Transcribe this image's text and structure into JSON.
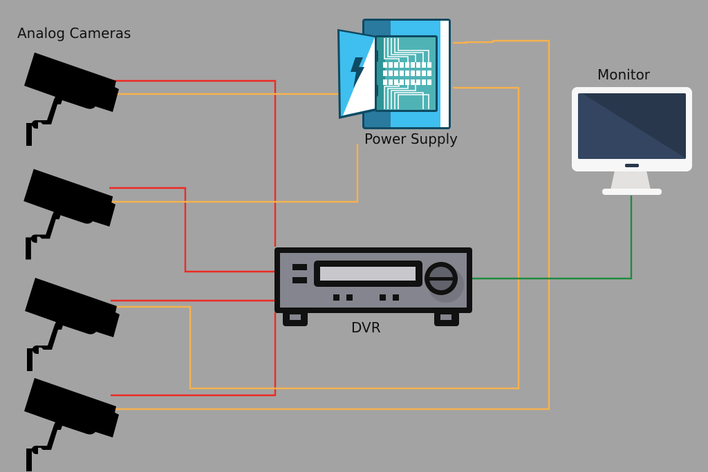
{
  "diagram": {
    "title": "Analog CCTV wiring diagram",
    "labels": {
      "cameras": "Analog Cameras",
      "power_supply": "Power Supply",
      "monitor": "Monitor",
      "dvr": "DVR"
    },
    "nodes": [
      {
        "id": "camera-1",
        "type": "analog-camera-icon"
      },
      {
        "id": "camera-2",
        "type": "analog-camera-icon"
      },
      {
        "id": "camera-3",
        "type": "analog-camera-icon"
      },
      {
        "id": "camera-4",
        "type": "analog-camera-icon"
      },
      {
        "id": "power-supply",
        "type": "power-supply-cabinet-icon",
        "label_key": "power_supply"
      },
      {
        "id": "dvr",
        "type": "dvr-recorder-icon",
        "label_key": "dvr"
      },
      {
        "id": "monitor",
        "type": "monitor-icon",
        "label_key": "monitor"
      }
    ],
    "edges": [
      {
        "id": "cam1-video",
        "from": "camera-1",
        "to": "dvr",
        "kind": "video"
      },
      {
        "id": "cam1-power",
        "from": "camera-1",
        "to": "power-supply",
        "kind": "power"
      },
      {
        "id": "cam2-video",
        "from": "camera-2",
        "to": "dvr",
        "kind": "video"
      },
      {
        "id": "cam2-power",
        "from": "camera-2",
        "to": "power-supply",
        "kind": "power"
      },
      {
        "id": "cam3-video",
        "from": "camera-3",
        "to": "dvr",
        "kind": "video"
      },
      {
        "id": "cam3-power",
        "from": "camera-3",
        "to": "power-supply",
        "kind": "power"
      },
      {
        "id": "cam4-video",
        "from": "camera-4",
        "to": "dvr",
        "kind": "video"
      },
      {
        "id": "cam4-power",
        "from": "camera-4",
        "to": "power-supply",
        "kind": "power"
      },
      {
        "id": "dvr-monitor",
        "from": "dvr",
        "to": "monitor",
        "kind": "display"
      }
    ],
    "colors": {
      "background": "#a3a3a3",
      "video_wire": "#ee2a24",
      "power_wire": "#f6b24e",
      "display_wire": "#1f8a3f",
      "camera": "#000000",
      "psu_light_blue": "#3fbfef",
      "psu_dark_blue": "#2a7aa0",
      "psu_teal": "#4fb3b5",
      "psu_outline": "#0f4a63",
      "dvr_body": "#85858f",
      "dvr_outline": "#111111",
      "monitor_frame": "#f7f7f7",
      "monitor_screen_dark": "#28374b",
      "monitor_screen_light": "#334560"
    }
  }
}
